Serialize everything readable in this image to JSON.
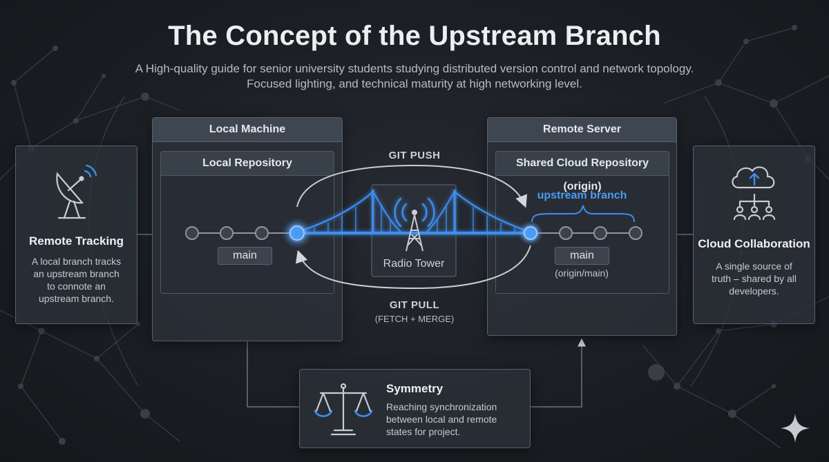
{
  "header": {
    "title": "The Concept of the Upstream Branch",
    "subtitle_line1": "A High-quality guide for senior university students studying distributed version control and network topology.",
    "subtitle_line2": "Focused lighting, and technical maturity at high networking level."
  },
  "remote_tracking": {
    "title": "Remote Tracking",
    "text_lines": [
      "A local branch tracks",
      "an upstream branch",
      "to connote an",
      "upstream branch."
    ],
    "icon": "satellite-dish-icon"
  },
  "local_machine": {
    "title": "Local Machine",
    "repository_title": "Local Repository",
    "branch_label": "main"
  },
  "operations": {
    "push_label": "GIT PUSH",
    "pull_label": "GIT PULL",
    "pull_sub": "(FETCH + MERGE)"
  },
  "tower": {
    "label": "Radio Tower",
    "icon": "radio-tower-icon"
  },
  "remote_server": {
    "title": "Remote Server",
    "repository_title": "Shared Cloud Repository (origin)",
    "upstream_label": "upstream branch",
    "branch_label": "main",
    "branch_sub": "(origin/main)"
  },
  "cloud_collaboration": {
    "title": "Cloud Collaboration",
    "text_lines": [
      "A single source of",
      "truth – shared by all",
      "developers."
    ],
    "icon": "cloud-team-icon"
  },
  "symmetry": {
    "title": "Symmetry",
    "text_lines": [
      "Reaching synchronization",
      "between local and remote",
      "states for project."
    ],
    "icon": "balance-scale-icon"
  },
  "colors": {
    "background": "#1b1e23",
    "panel": "#2e333b",
    "accent_blue": "#3d8ef0",
    "upstream_blue": "#4a9cf5",
    "commit_grey": "#8f96a0"
  }
}
